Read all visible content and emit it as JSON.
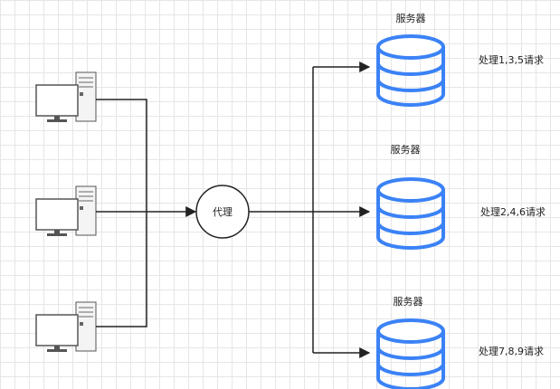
{
  "proxy": {
    "label": "代理"
  },
  "servers": [
    {
      "title": "服务器",
      "note": "处理1,3,5请求"
    },
    {
      "title": "服务器",
      "note": "处理2,4,6请求"
    },
    {
      "title": "服务器",
      "note": "处理7,8,9请求"
    }
  ],
  "clients": [
    {
      "icon": "desktop-computer-icon"
    },
    {
      "icon": "desktop-computer-icon"
    },
    {
      "icon": "desktop-computer-icon"
    }
  ],
  "colors": {
    "database_stroke": "#3b82f6",
    "line": "#222222",
    "grid": "#e6e6e6"
  }
}
